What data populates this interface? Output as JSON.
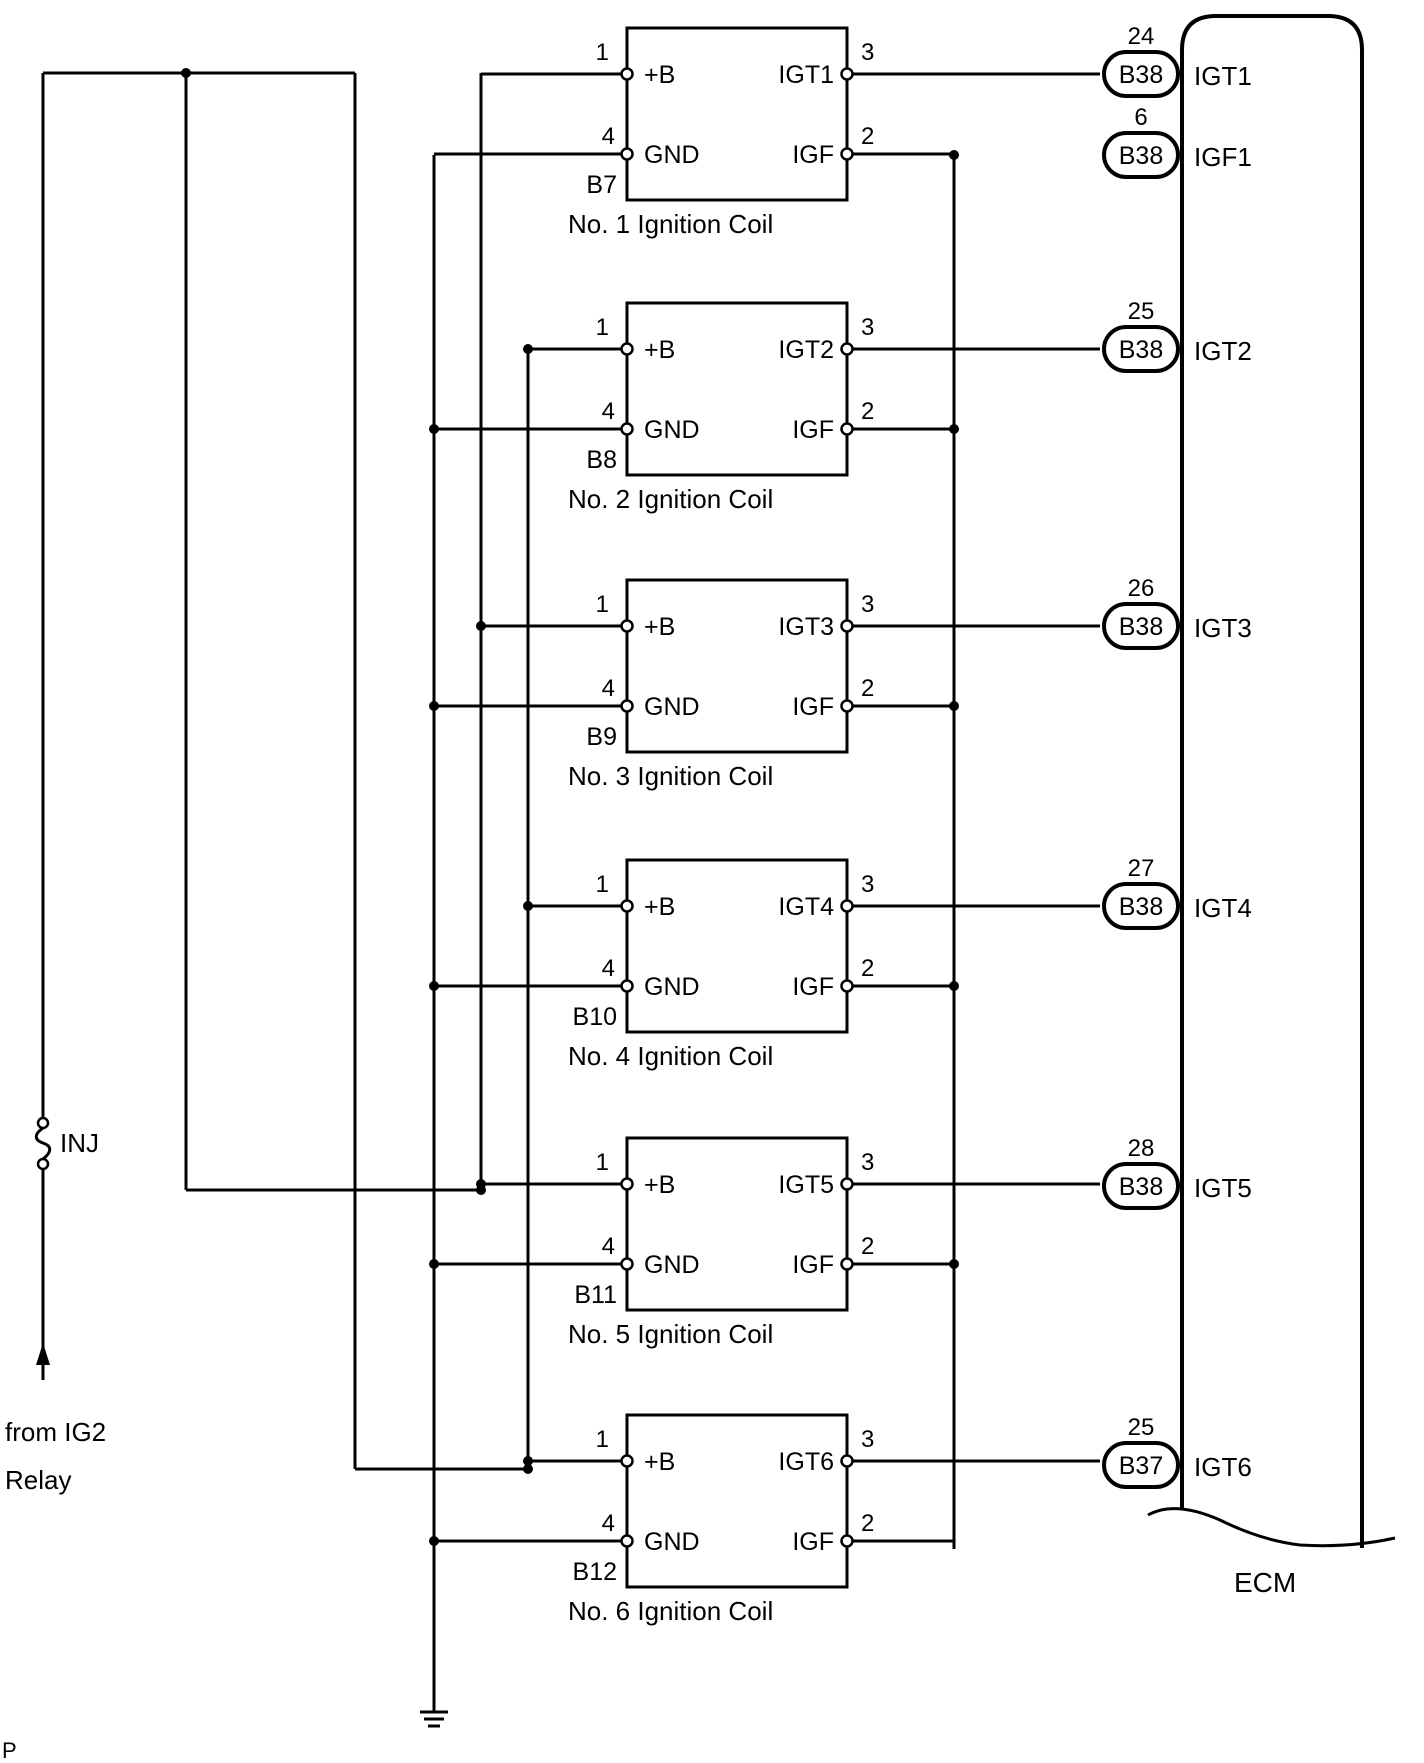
{
  "source": {
    "line1": "from IG2",
    "line2": "Relay"
  },
  "fuse": {
    "label": "INJ"
  },
  "ecm": {
    "label": "ECM"
  },
  "corner_mark": "P",
  "pin_labels": {
    "b": "+B",
    "gnd": "GND",
    "igf": "IGF"
  },
  "coils": [
    {
      "connector": "B7",
      "name": "No. 1 Ignition Coil",
      "igt": "IGT1",
      "pin_b": "1",
      "pin_gnd": "4",
      "pin_igt": "3",
      "pin_igf": "2"
    },
    {
      "connector": "B8",
      "name": "No. 2 Ignition Coil",
      "igt": "IGT2",
      "pin_b": "1",
      "pin_gnd": "4",
      "pin_igt": "3",
      "pin_igf": "2"
    },
    {
      "connector": "B9",
      "name": "No. 3 Ignition Coil",
      "igt": "IGT3",
      "pin_b": "1",
      "pin_gnd": "4",
      "pin_igt": "3",
      "pin_igf": "2"
    },
    {
      "connector": "B10",
      "name": "No. 4 Ignition Coil",
      "igt": "IGT4",
      "pin_b": "1",
      "pin_gnd": "4",
      "pin_igt": "3",
      "pin_igf": "2"
    },
    {
      "connector": "B11",
      "name": "No. 5 Ignition Coil",
      "igt": "IGT5",
      "pin_b": "1",
      "pin_gnd": "4",
      "pin_igt": "3",
      "pin_igf": "2"
    },
    {
      "connector": "B12",
      "name": "No. 6 Ignition Coil",
      "igt": "IGT6",
      "pin_b": "1",
      "pin_gnd": "4",
      "pin_igt": "3",
      "pin_igf": "2"
    }
  ],
  "ecm_terminals": [
    {
      "connector": "B38",
      "pin": "24",
      "signal": "IGT1"
    },
    {
      "connector": "B38",
      "pin": "6",
      "signal": "IGF1"
    },
    {
      "connector": "B38",
      "pin": "25",
      "signal": "IGT2"
    },
    {
      "connector": "B38",
      "pin": "26",
      "signal": "IGT3"
    },
    {
      "connector": "B38",
      "pin": "27",
      "signal": "IGT4"
    },
    {
      "connector": "B38",
      "pin": "28",
      "signal": "IGT5"
    },
    {
      "connector": "B37",
      "pin": "25",
      "signal": "IGT6"
    }
  ]
}
